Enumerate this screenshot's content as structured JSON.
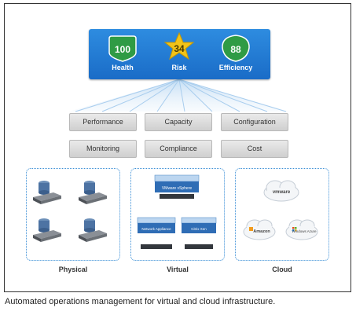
{
  "metrics": [
    {
      "value": "100",
      "label": "Health",
      "color": "#3aa54a"
    },
    {
      "value": "34",
      "label": "Risk",
      "color": "#f0c419"
    },
    {
      "value": "88",
      "label": "Efficiency",
      "color": "#3aa54a"
    }
  ],
  "categories": [
    "Performance",
    "Capacity",
    "Configuration",
    "Monitoring",
    "Compliance",
    "Cost"
  ],
  "infrastructure": {
    "physical": {
      "label": "Physical"
    },
    "virtual": {
      "label": "Virtual",
      "vm_label": "VMware vSphere",
      "net_label": "Network Appliance",
      "citrix_label": "Citrix Xen"
    },
    "cloud": {
      "label": "Cloud",
      "cloud_labels": [
        "vmware",
        "Amazon",
        "Windows Azure"
      ]
    }
  },
  "caption": "Automated operations management for virtual and cloud infrastructure."
}
